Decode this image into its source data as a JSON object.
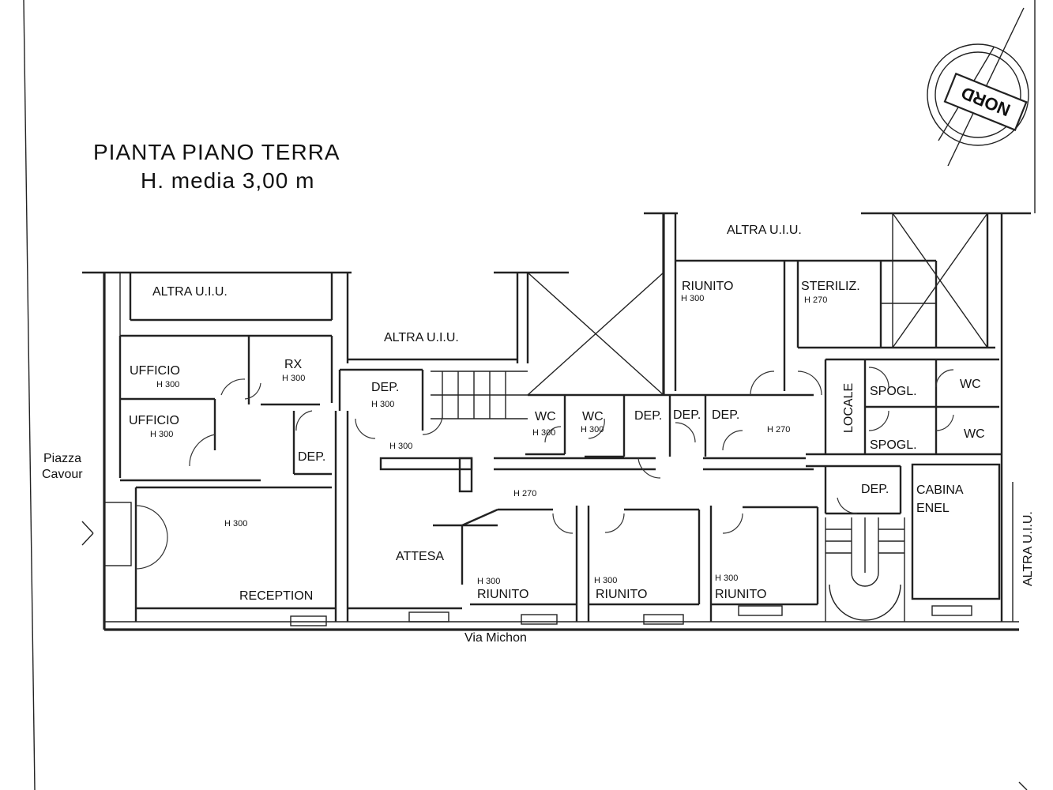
{
  "title": {
    "line1": "PIANTA PIANO TERRA",
    "line2": "H. media 3,00 m"
  },
  "compass": {
    "label": "NORD"
  },
  "streets": {
    "piazza_line1": "Piazza",
    "piazza_line2": "Cavour",
    "via": "Via Michon"
  },
  "neighbors": {
    "top_left": "ALTRA U.I.U.",
    "top_center": "ALTRA U.I.U.",
    "top_right": "ALTRA U.I.U.",
    "right_vertical": "ALTRA U.I.U."
  },
  "rooms": {
    "ufficio_1": "UFFICIO",
    "ufficio_2": "UFFICIO",
    "rx": "RX",
    "dep_a": "DEP.",
    "dep_b": "DEP.",
    "wc_a": "WC",
    "wc_b": "WC",
    "dep_c": "DEP.",
    "dep_d": "DEP.",
    "dep_e": "DEP.",
    "riunito_top": "RIUNITO",
    "steriliz": "STERILIZ.",
    "locale": "LOCALE",
    "spogl_1": "SPOGL.",
    "spogl_2": "SPOGL.",
    "wc_c": "WC",
    "wc_d": "WC",
    "dep_f": "DEP.",
    "cabina_line1": "CABINA",
    "cabina_line2": "ENEL",
    "reception": "RECEPTION",
    "attesa": "ATTESA",
    "riunito_1": "RIUNITO",
    "riunito_2": "RIUNITO",
    "riunito_3": "RIUNITO"
  },
  "heights": {
    "ufficio_1": "H 300",
    "ufficio_2": "H 300",
    "rx": "H 300",
    "dep_a": "H 300",
    "corridor_left": "H 300",
    "wc_a": "H 300",
    "wc_b": "H 300",
    "riunito_top": "H 300",
    "steriliz": "H 270",
    "corridor_right": "H 270",
    "corridor_main": "H 270",
    "reception": "H 300",
    "riunito_1": "H 300",
    "riunito_2": "H 300",
    "riunito_3": "H 300"
  }
}
